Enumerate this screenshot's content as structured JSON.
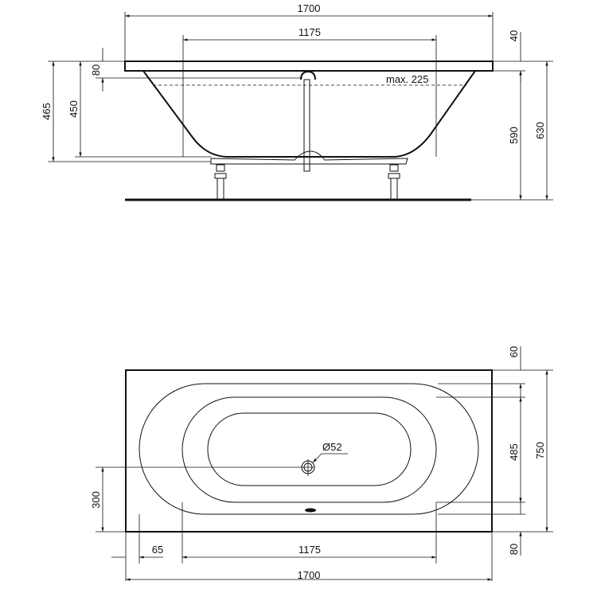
{
  "side_view": {
    "overall_length": "1700",
    "inner_length": "1175",
    "rim_thickness": "40",
    "rim_to_overflow": "80",
    "height_465": "465",
    "height_450": "450",
    "height_590": "590",
    "height_630": "630",
    "water_level": "max. 225"
  },
  "top_view": {
    "rim_top": "60",
    "inner_width": "485",
    "overall_width": "750",
    "rim_bottom": "80",
    "drain_offset": "300",
    "drain_diameter": "Ø52",
    "side_offset": "65",
    "inner_length": "1175",
    "overall_length": "1700"
  }
}
